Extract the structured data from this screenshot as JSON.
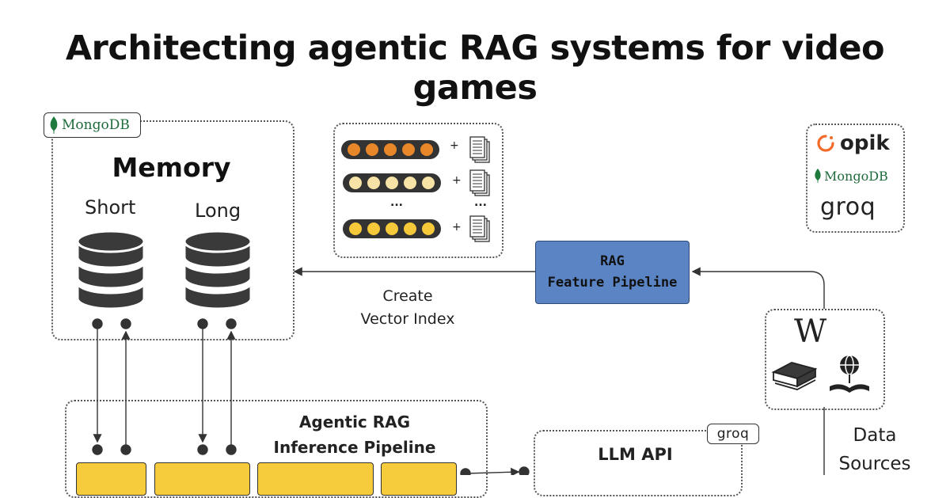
{
  "title": "Architecting agentic RAG systems for video games",
  "memory": {
    "badge": "MongoDB",
    "title": "Memory",
    "short_label": "Short",
    "long_label": "Long"
  },
  "rag_feature_pipeline": {
    "line1": "RAG",
    "line2": "Feature Pipeline"
  },
  "create_vector_index": {
    "line1": "Create",
    "line2": "Vector Index"
  },
  "embeddings": {
    "plus": "+",
    "ellipsis": "...",
    "rows": [
      {
        "color": "#e8872a"
      },
      {
        "color": "#f7e3a6"
      },
      {
        "color": "#f5c93a"
      }
    ]
  },
  "tools": {
    "opik": "opik",
    "mongodb": "MongoDB",
    "groq": "groq"
  },
  "data_sources": {
    "line1": "Data",
    "line2": "Sources",
    "icons": [
      "wikipedia-icon",
      "books-icon",
      "globe-book-icon"
    ]
  },
  "agent_pipeline": {
    "line1": "Agentic RAG",
    "line2": "Inference Pipeline"
  },
  "llm_api": {
    "badge": "groq",
    "title": "LLM API"
  },
  "colors": {
    "rag_box": "#5b84c4",
    "tool_blocks": "#f7cc3c",
    "mongodb_green": "#1f6b3c",
    "opik_orange": "#f26b2a"
  }
}
